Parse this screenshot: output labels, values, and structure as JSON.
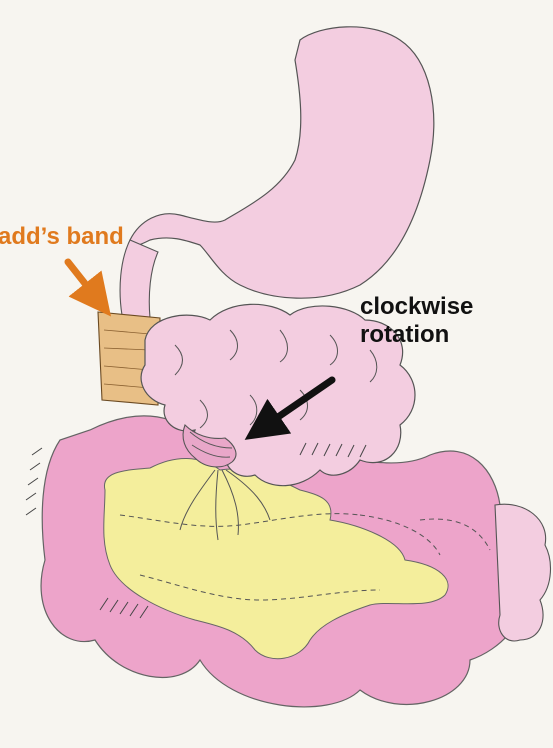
{
  "labels": {
    "band": "add’s band",
    "rotation_line1": "clockwise",
    "rotation_line2": "rotation"
  },
  "colors": {
    "paper": "#f7f5f0",
    "band_label": "#e07a1e",
    "rotation_label": "#111111",
    "stomach_fill": "#f3cde0",
    "colon_pink": "#ec9cc6",
    "mesentery_yellow": "#f4ee9c",
    "band_tan": "#e8bf86",
    "outline": "#555555"
  },
  "icons": [
    "orange-arrow-icon",
    "black-arrow-icon"
  ]
}
